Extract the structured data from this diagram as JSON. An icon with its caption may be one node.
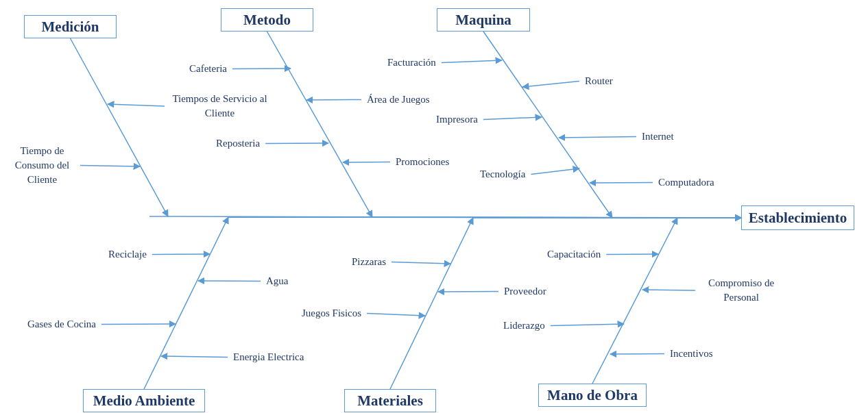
{
  "diagram": {
    "nodes": [
      {
        "text": [
          "Medición"
        ]
      },
      {
        "text": [
          "Metodo"
        ]
      },
      {
        "text": [
          "Maquina"
        ]
      },
      {
        "text": [
          "Tiempos de Servicio al Cliente"
        ]
      },
      {
        "text": [
          "Tiempo de Consumo del Cliente"
        ]
      },
      {
        "text": [
          "Cafeteria"
        ]
      },
      {
        "text": [
          "Área de Juegos"
        ]
      },
      {
        "text": [
          "Reposteria"
        ]
      },
      {
        "text": [
          "Promociones"
        ]
      },
      {
        "text": [
          "Facturación"
        ]
      },
      {
        "text": [
          "Router"
        ]
      },
      {
        "text": [
          "Impresora"
        ]
      },
      {
        "text": [
          "Internet"
        ]
      },
      {
        "text": [
          "Tecnología"
        ]
      },
      {
        "text": [
          "Computadora"
        ]
      },
      {
        "text": [
          "Establecimiento"
        ]
      },
      {
        "text": [
          "Reciclaje"
        ]
      },
      {
        "text": [
          "Agua"
        ]
      },
      {
        "text": [
          "Gases de Cocina"
        ]
      },
      {
        "text": [
          "Energia Electrica"
        ]
      },
      {
        "text": [
          "Pizzaras"
        ]
      },
      {
        "text": [
          "Proveedor"
        ]
      },
      {
        "text": [
          "Juegos Fisicos"
        ]
      },
      {
        "text": [
          "Capacitación"
        ]
      },
      {
        "text": [
          "Compromiso de Personal"
        ]
      },
      {
        "text": [
          "Liderazgo"
        ]
      },
      {
        "text": [
          "Incentivos"
        ]
      },
      {
        "text": [
          "Medio Ambiente"
        ]
      },
      {
        "text": [
          "Materiales"
        ]
      },
      {
        "text": [
          "Mano de Obra"
        ]
      }
    ],
    "edges": [
      {
        "from": 0,
        "to": 15,
        "arrow": "to"
      },
      {
        "from": 1,
        "to": 15,
        "arrow": "to"
      },
      {
        "from": 2,
        "to": 15,
        "arrow": "to"
      },
      {
        "from": 27,
        "to": 15,
        "arrow": "to"
      },
      {
        "from": 28,
        "to": 15,
        "arrow": "to"
      },
      {
        "from": 29,
        "to": 15,
        "arrow": "to"
      },
      {
        "from": 3,
        "to": null,
        "arrow": "to"
      },
      {
        "from": 4,
        "to": null,
        "arrow": "to"
      },
      {
        "from": 5,
        "to": null,
        "arrow": "to"
      },
      {
        "from": 6,
        "to": null,
        "arrow": "to"
      },
      {
        "from": 7,
        "to": null,
        "arrow": "to"
      },
      {
        "from": 8,
        "to": null,
        "arrow": "to"
      },
      {
        "from": 9,
        "to": null,
        "arrow": "to"
      },
      {
        "from": 10,
        "to": null,
        "arrow": "to"
      },
      {
        "from": 11,
        "to": null,
        "arrow": "to"
      },
      {
        "from": 12,
        "to": null,
        "arrow": "to"
      },
      {
        "from": 13,
        "to": null,
        "arrow": "to"
      },
      {
        "from": 14,
        "to": null,
        "arrow": "to"
      },
      {
        "from": 16,
        "to": null,
        "arrow": "to"
      },
      {
        "from": 17,
        "to": null,
        "arrow": "to"
      },
      {
        "from": 18,
        "to": null,
        "arrow": "to"
      },
      {
        "from": 19,
        "to": null,
        "arrow": "to"
      },
      {
        "from": 20,
        "to": null,
        "arrow": "to"
      },
      {
        "from": 21,
        "to": null,
        "arrow": "to"
      },
      {
        "from": 22,
        "to": null,
        "arrow": "to"
      },
      {
        "from": 23,
        "to": null,
        "arrow": "to"
      },
      {
        "from": 24,
        "to": null,
        "arrow": "to"
      },
      {
        "from": 25,
        "to": null,
        "arrow": "to"
      },
      {
        "from": 26,
        "to": null,
        "arrow": "to"
      }
    ]
  }
}
